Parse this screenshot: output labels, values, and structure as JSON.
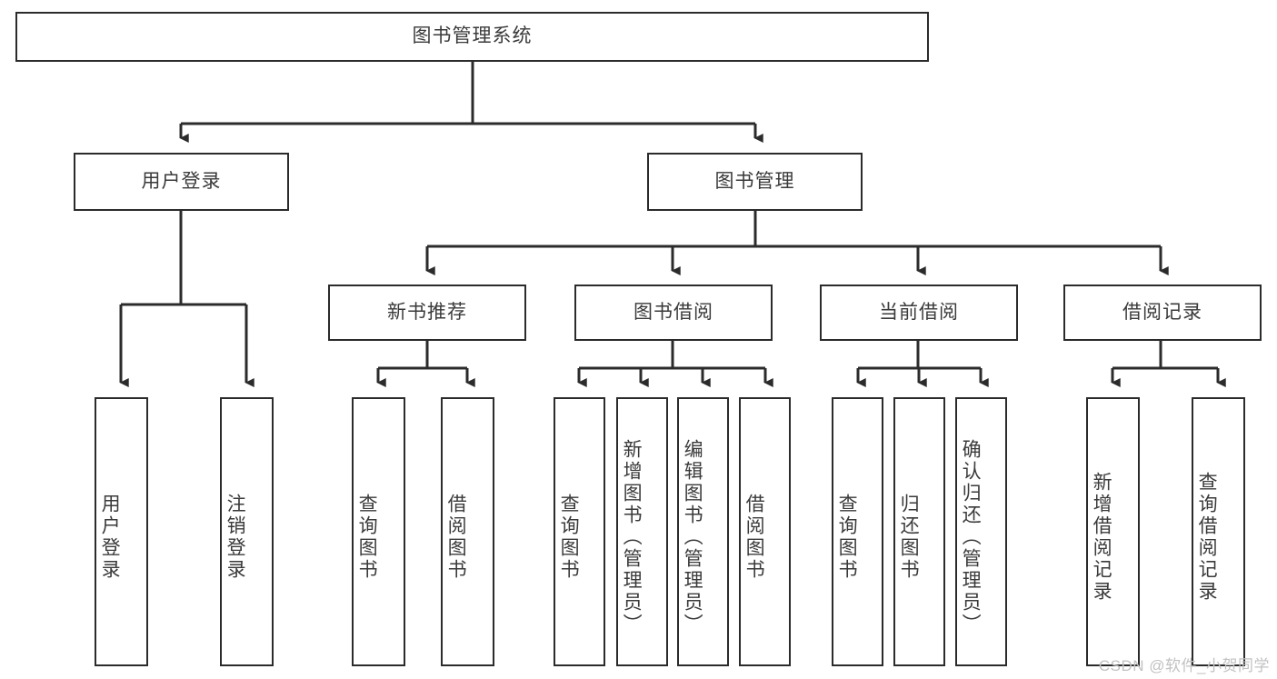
{
  "diagram": {
    "type": "tree-hierarchy",
    "title": "图书管理系统",
    "orientation": "top-down",
    "colors": {
      "box_border": "#2b2b2b",
      "box_fill": "#ffffff",
      "connector": "#2b2b2b",
      "text": "#3a3a3a",
      "watermark": "#c2c2c2"
    },
    "root": {
      "label": "图书管理系统"
    },
    "level2": [
      {
        "label": "用户登录"
      },
      {
        "label": "图书管理"
      }
    ],
    "level3": [
      {
        "label": "新书推荐"
      },
      {
        "label": "图书借阅"
      },
      {
        "label": "当前借阅"
      },
      {
        "label": "借阅记录"
      }
    ],
    "leaves": {
      "user_login": [
        {
          "label": "用户登录"
        },
        {
          "label": "注销登录"
        }
      ],
      "new_book_recommend": [
        {
          "label": "查询图书"
        },
        {
          "label": "借阅图书"
        }
      ],
      "book_borrow": [
        {
          "label": "查询图书"
        },
        {
          "label": "新增图书（管理员）"
        },
        {
          "label": "编辑图书（管理员）"
        },
        {
          "label": "借阅图书"
        }
      ],
      "current_borrow": [
        {
          "label": "查询图书"
        },
        {
          "label": "归还图书"
        },
        {
          "label": "确认归还（管理员）"
        }
      ],
      "borrow_record": [
        {
          "label": "新增借阅记录"
        },
        {
          "label": "查询借阅记录"
        }
      ]
    },
    "watermark": "CSDN @软件_小贺同学"
  }
}
